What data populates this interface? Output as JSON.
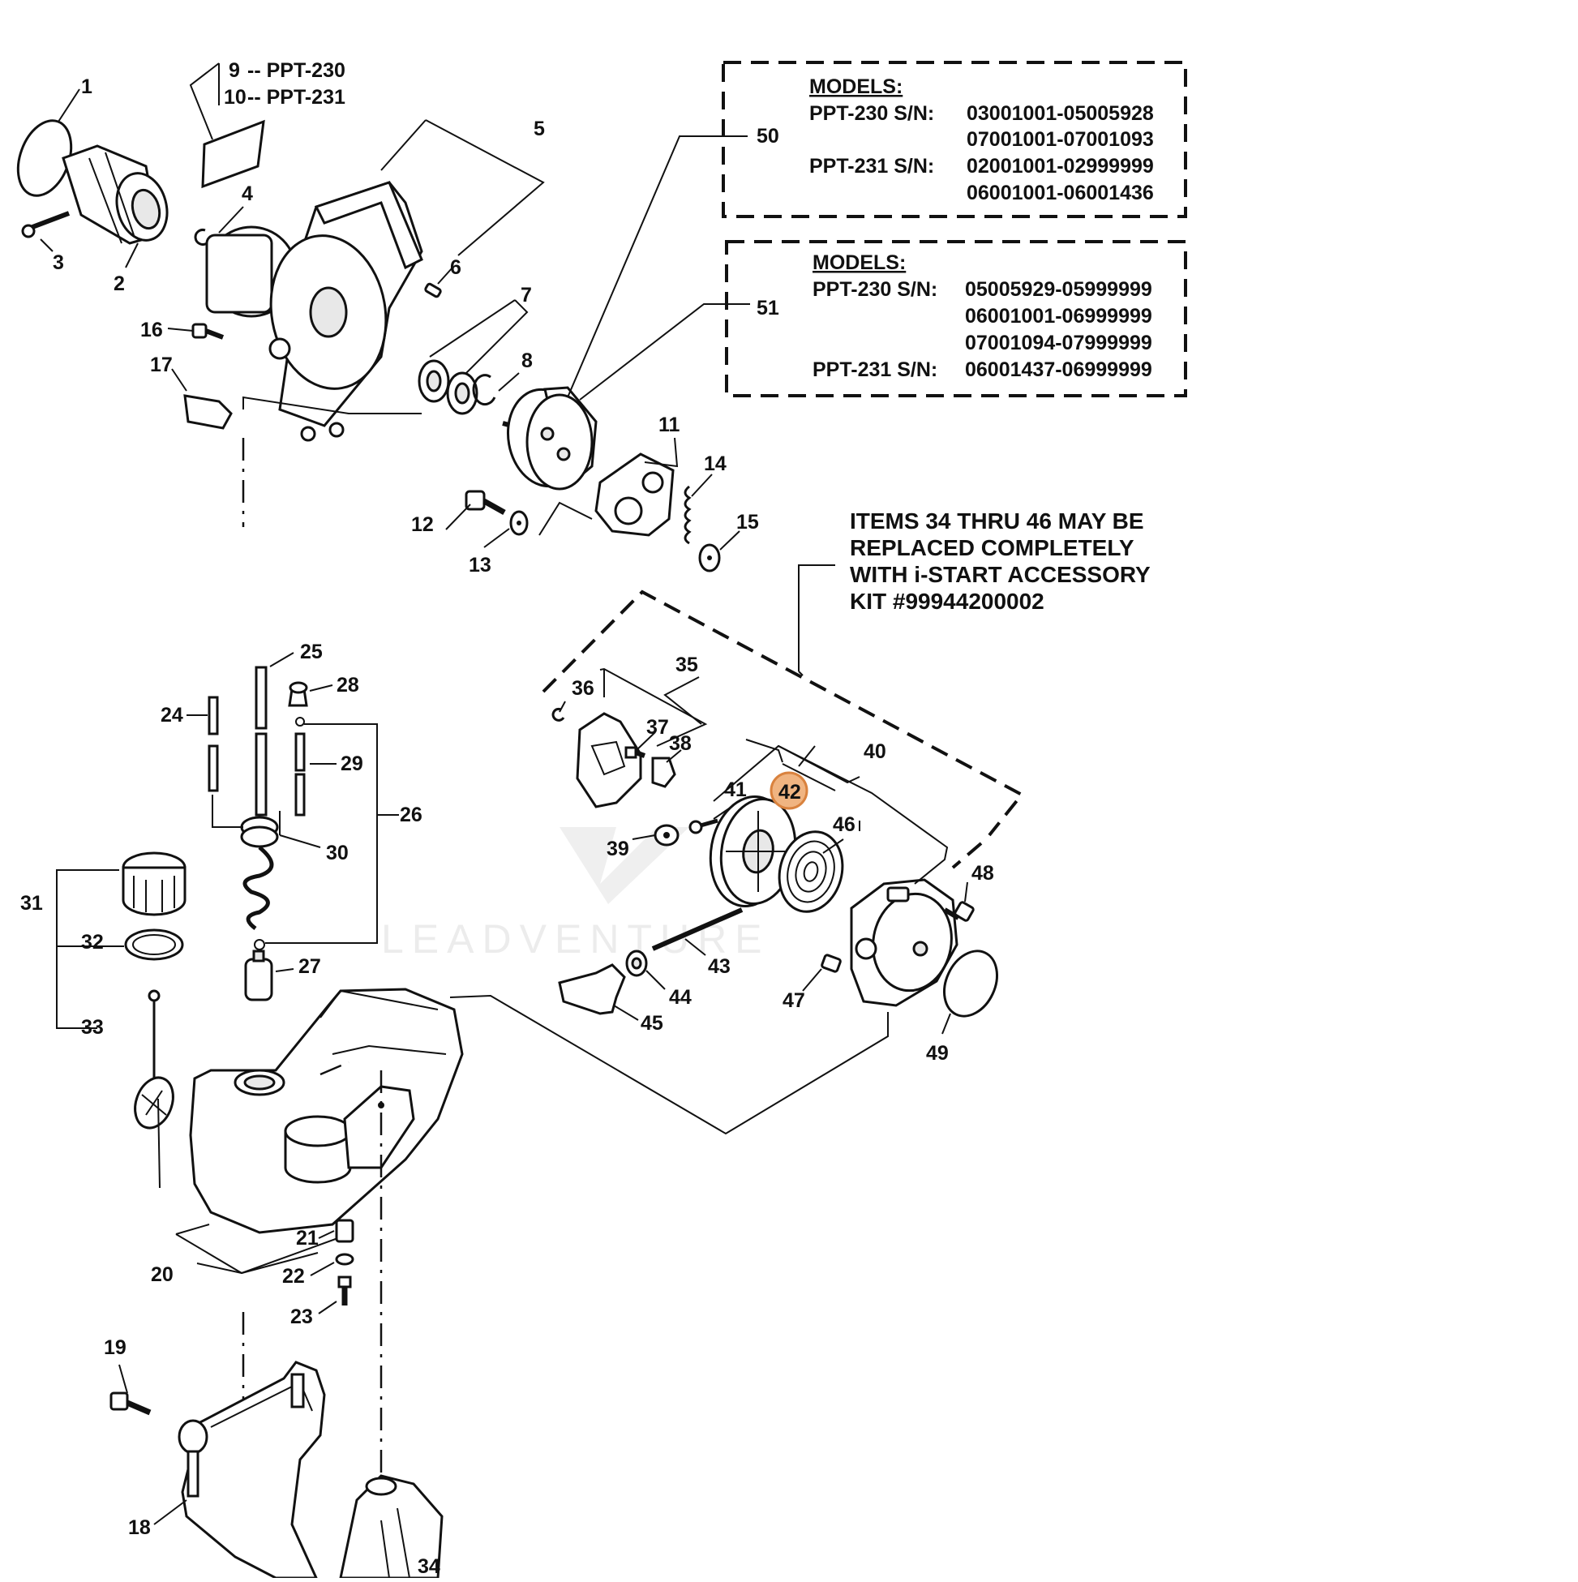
{
  "callouts": {
    "c1": "1",
    "c2": "2",
    "c3": "3",
    "c4": "4",
    "c5": "5",
    "c6": "6",
    "c7": "7",
    "c8": "8",
    "c11": "11",
    "c12": "12",
    "c13": "13",
    "c14": "14",
    "c15": "15",
    "c16": "16",
    "c17": "17",
    "c18": "18",
    "c19": "19",
    "c20": "20",
    "c21": "21",
    "c22": "22",
    "c23": "23",
    "c24": "24",
    "c25": "25",
    "c26": "26",
    "c27": "27",
    "c28": "28",
    "c29": "29",
    "c30": "30",
    "c31": "31",
    "c32": "32",
    "c33": "33",
    "c34": "34",
    "c35": "35",
    "c36": "36",
    "c37": "37",
    "c38": "38",
    "c39": "39",
    "c40": "40",
    "c41": "41",
    "c42": "42",
    "c43": "43",
    "c44": "44",
    "c45": "45",
    "c46": "46",
    "c47": "47",
    "c48": "48",
    "c49": "49",
    "c50": "50",
    "c51": "51"
  },
  "variants": {
    "v9_num": "9",
    "v9_text": "-- PPT-230",
    "v10_num": "10",
    "v10_text": "-- PPT-231"
  },
  "models_box_1": {
    "heading": "MODELS:",
    "row1_model": "PPT-230  S/N:",
    "row1_serial": "03001001-05005928",
    "row2_serial": "07001001-07001093",
    "row3_model": "PPT-231  S/N:",
    "row3_serial": "02001001-02999999",
    "row4_serial": "06001001-06001436"
  },
  "models_box_2": {
    "heading": "MODELS:",
    "row1_model": "PPT-230 S/N:",
    "row1_serial": "05005929-05999999",
    "row2_serial": "06001001-06999999",
    "row3_serial": "07001094-07999999",
    "row4_model": "PPT-231 S/N:",
    "row4_serial": "06001437-06999999"
  },
  "kit_note": {
    "line1": "ITEMS 34 THRU 46 MAY BE",
    "line2": "REPLACED  COMPLETELY",
    "line3": "WITH i-START ACCESSORY",
    "line4": "KIT #99944200002"
  },
  "watermark": "LEADVENTURE",
  "colors": {
    "highlight_fill": "#f0b481",
    "highlight_stroke": "#d9823e",
    "ink": "#111111"
  },
  "highlighted_part": "42"
}
